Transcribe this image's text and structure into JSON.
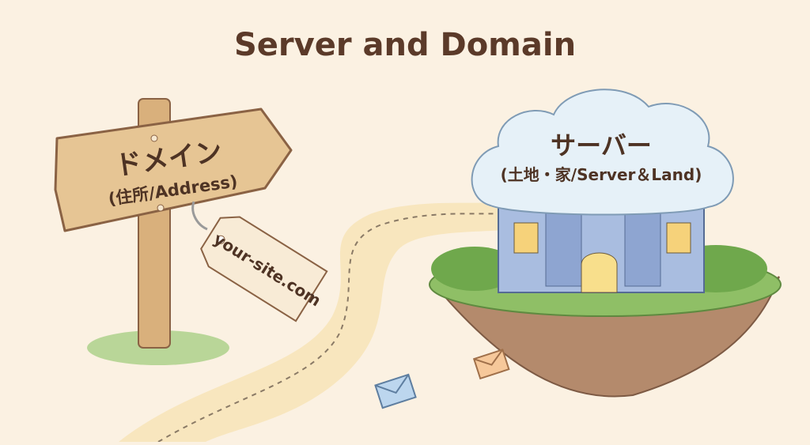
{
  "title": "Server and Domain",
  "domain_sign": {
    "label": "ドメイン",
    "sublabel": "(住所/Address)"
  },
  "domain_tag": {
    "label": "your-site.com"
  },
  "server_cloud": {
    "label": "サーバー",
    "sublabel": "(土地・家/Server＆Land)"
  },
  "colors": {
    "background": "#fbf1e2",
    "text": "#5b3a29",
    "wood": "#e2bf8e",
    "grass": "#7fb25a",
    "cloud": "#e6f1f8"
  }
}
